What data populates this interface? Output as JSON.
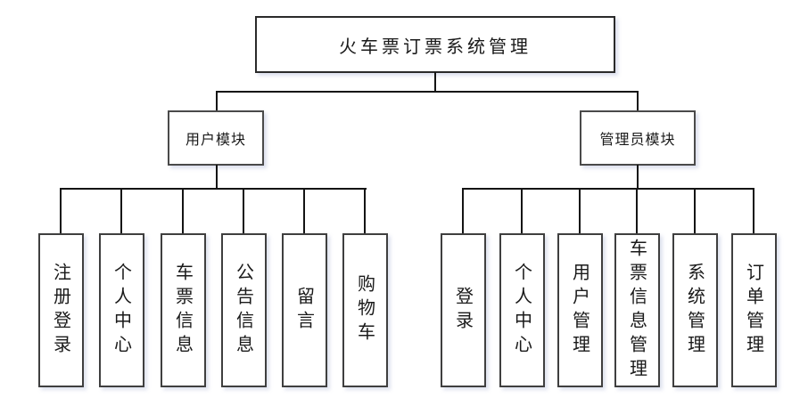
{
  "diagram": {
    "root": "火车票订票系统管理",
    "modules": [
      {
        "label": "用户模块",
        "children": [
          "注册登录",
          "个人中心",
          "车票信息",
          "公告信息",
          "留言",
          "购物车"
        ]
      },
      {
        "label": "管理员模块",
        "children": [
          "登录",
          "个人中心",
          "用户管理",
          "车票信息管理",
          "系统管理",
          "订单管理"
        ]
      }
    ]
  },
  "colors": {
    "background": "#ffffff",
    "connector_line": "#141414",
    "box_border": "#3f3f3f"
  }
}
